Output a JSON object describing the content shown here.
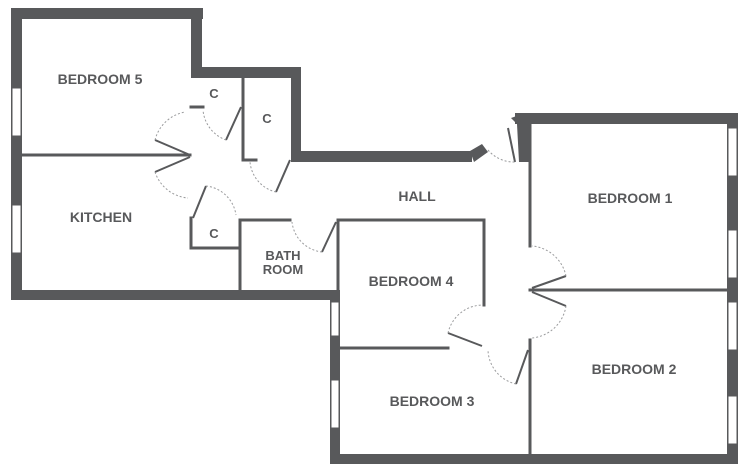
{
  "colors": {
    "wall": "#58595b",
    "background": "#ffffff"
  },
  "rooms": {
    "bedroom5": "BEDROOM 5",
    "kitchen": "KITCHEN",
    "cupboard1": "C",
    "cupboard2": "C",
    "cupboard3": "C",
    "hall": "HALL",
    "bath_line1": "BATH",
    "bath_line2": "ROOM",
    "bedroom4": "BEDROOM 4",
    "bedroom3": "BEDROOM 3",
    "bedroom1": "BEDROOM 1",
    "bedroom2": "BEDROOM 2"
  }
}
